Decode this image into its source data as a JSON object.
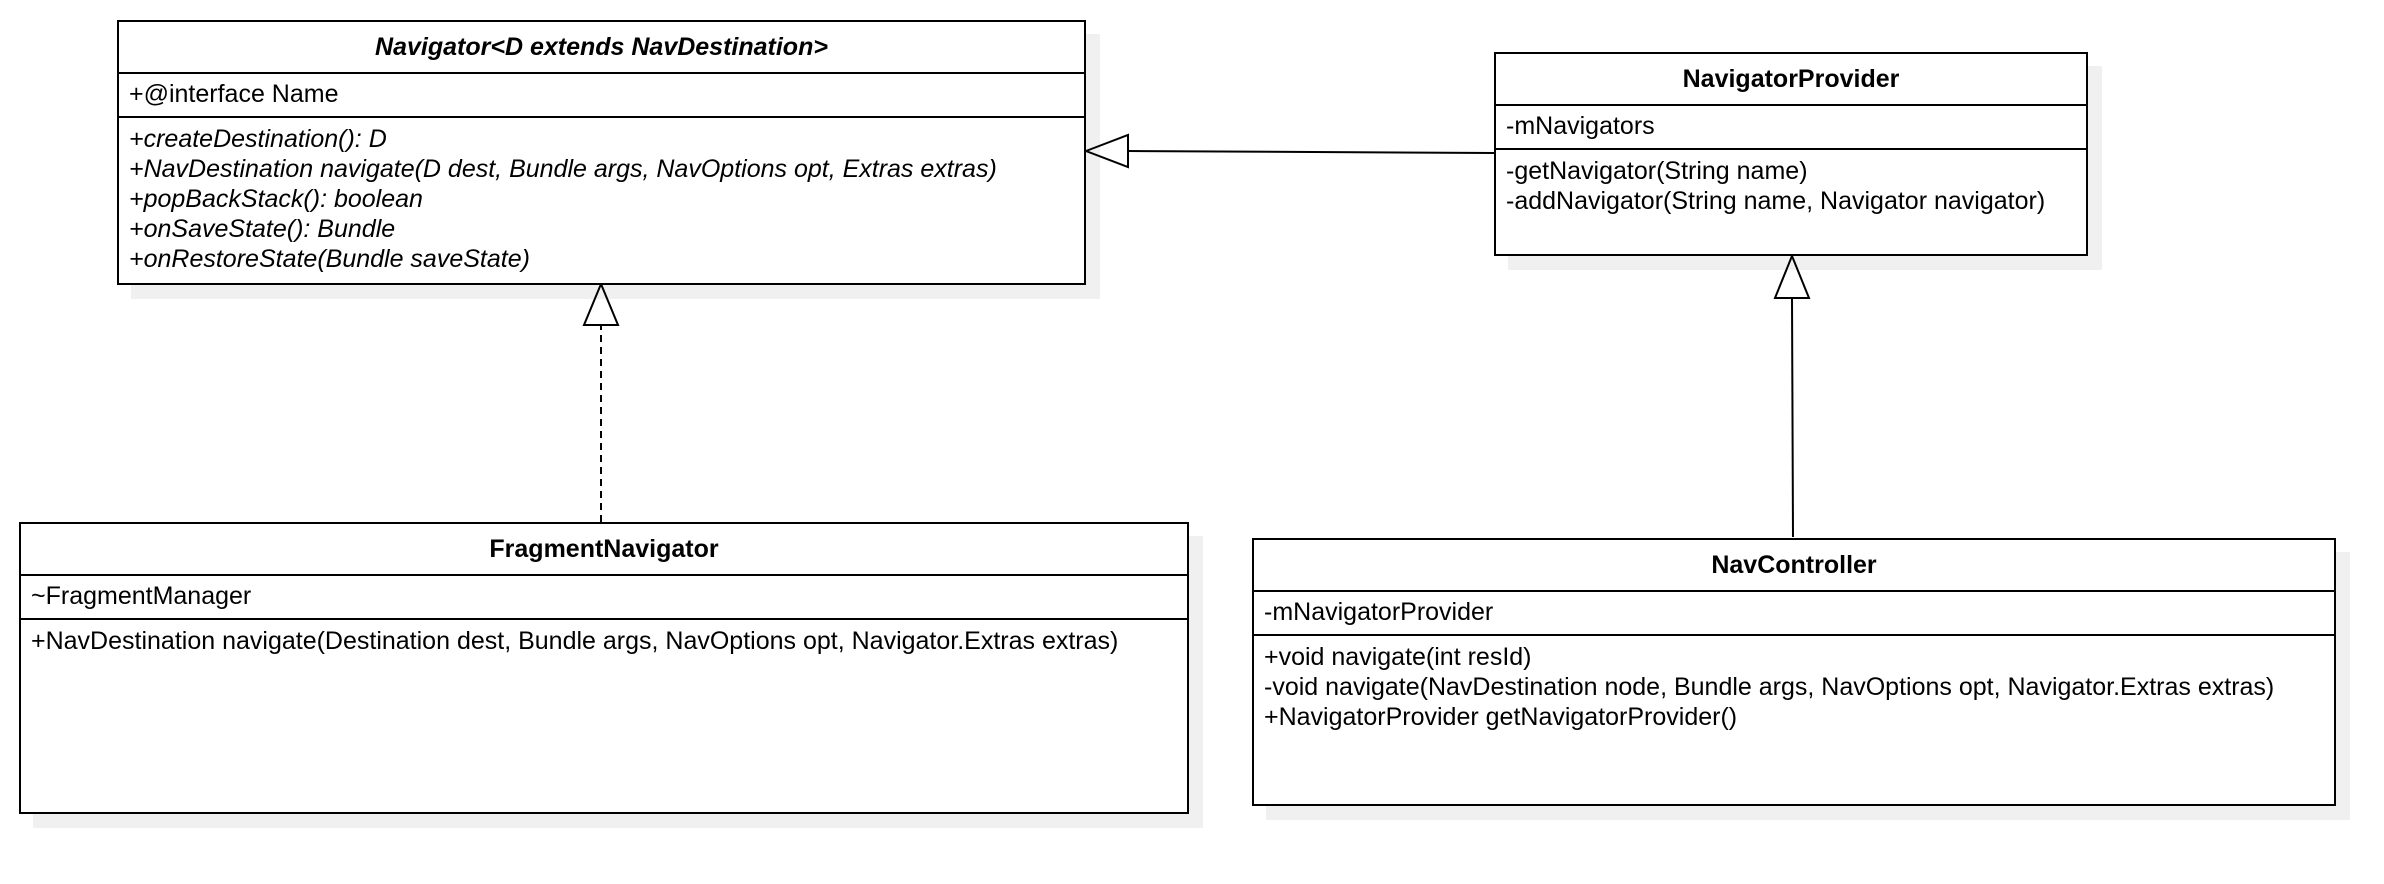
{
  "classes": {
    "navigator": {
      "name": "Navigator<D extends NavDestination>",
      "attributes": [
        "+@interface Name"
      ],
      "operations": [
        "+createDestination(): D",
        "+NavDestination navigate(D dest, Bundle args, NavOptions opt, Extras extras)",
        "+popBackStack(): boolean",
        "+onSaveState(): Bundle",
        "+onRestoreState(Bundle saveState)"
      ]
    },
    "navigator_provider": {
      "name": "NavigatorProvider",
      "attributes": [
        "-mNavigators"
      ],
      "operations": [
        "-getNavigator(String name)",
        "-addNavigator(String name, Navigator navigator)"
      ]
    },
    "fragment_navigator": {
      "name": "FragmentNavigator",
      "attributes": [
        "~FragmentManager"
      ],
      "operations": [
        "+NavDestination navigate(Destination dest, Bundle args, NavOptions opt, Navigator.Extras extras)"
      ]
    },
    "nav_controller": {
      "name": "NavController",
      "attributes": [
        "-mNavigatorProvider"
      ],
      "operations": [
        "+void navigate(int resId)",
        "-void navigate(NavDestination node, Bundle args, NavOptions opt, Navigator.Extras extras)",
        "+NavigatorProvider getNavigatorProvider()"
      ]
    }
  },
  "relations": [
    {
      "from": "navigator_provider",
      "to": "navigator",
      "kind": "generalization"
    },
    {
      "from": "fragment_navigator",
      "to": "navigator",
      "kind": "realization"
    },
    {
      "from": "nav_controller",
      "to": "navigator_provider",
      "kind": "generalization"
    }
  ]
}
